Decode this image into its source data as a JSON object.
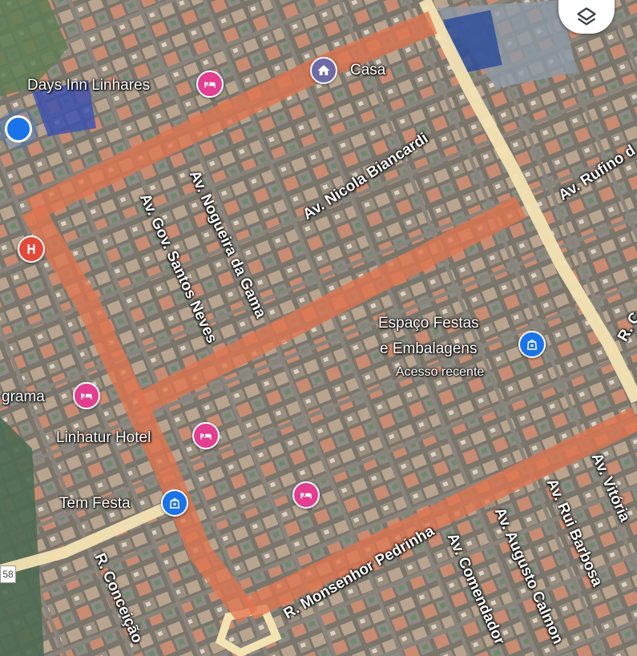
{
  "colors": {
    "route": "#e0744f",
    "highway": "#f3e3b3",
    "hotel_pin": "#e33e8f",
    "shop_pin": "#1a73e8",
    "home_pin": "#6e6aa6",
    "hospital_pin": "#e34a3a",
    "my_location": "#1a73e8"
  },
  "places": {
    "days_inn": {
      "label": "Days Inn Linhares",
      "icon": "hotel-bed-icon"
    },
    "casa": {
      "label": "Casa",
      "icon": "home-icon"
    },
    "hospital": {
      "icon": "hospital-h-icon"
    },
    "grama": {
      "label": "grama",
      "icon": "hotel-bed-icon"
    },
    "linhatur": {
      "label": "Linhatur Hotel",
      "icon": "hotel-bed-icon"
    },
    "tem_festa": {
      "label": "Tem Festa",
      "icon": "shopping-bag-icon"
    },
    "hotel_unlabeled": {
      "icon": "hotel-bed-icon"
    },
    "espaco": {
      "label_line1": "Espaço Festas",
      "label_line2": "e Embalagens",
      "sublabel": "Acesso recente",
      "icon": "shopping-bag-icon"
    }
  },
  "streets": {
    "nicola": "Av. Nicola Biancardi",
    "rufino": "Av. Rufino d",
    "nogueira": "Av. Nogueira da Gama",
    "santos_neves": "Av. Gov. Santos Neves",
    "monsenhor": "R. Monsenhor Pedrinha",
    "comendador": "Av. Comendador",
    "augusto": "Av. Augusto Calmon",
    "rui": "Av. Rui Barbosa",
    "vitoria": "Av. Vitória",
    "conceicao": "R. Conceição",
    "r_c": "R. C"
  },
  "road_badge": "58",
  "controls": {
    "layers_icon": "layers-icon",
    "my_location_icon": "my-location-dot-icon"
  }
}
